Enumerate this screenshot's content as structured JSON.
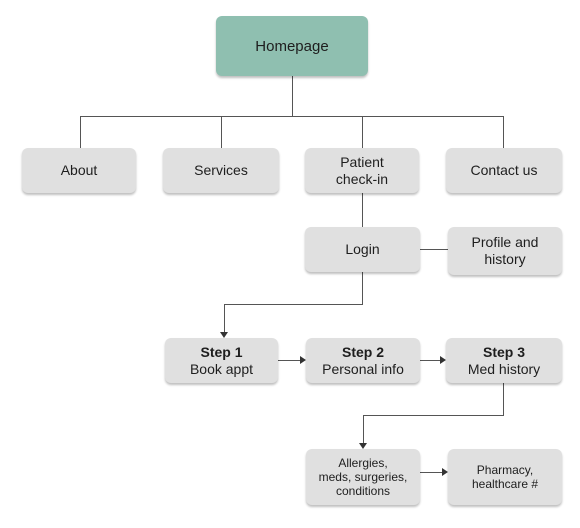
{
  "homepage": {
    "label": "Homepage",
    "color": "#8fbfb0"
  },
  "nav": {
    "about": "About",
    "services": "Services",
    "patient_checkin": [
      "Patient",
      "check-in"
    ],
    "contact": "Contact us"
  },
  "login": "Login",
  "profile": [
    "Profile and",
    "history"
  ],
  "steps": {
    "step1": {
      "title": "Step 1",
      "label": "Book appt"
    },
    "step2": {
      "title": "Step 2",
      "label": "Personal info"
    },
    "step3": {
      "title": "Step 3",
      "label": "Med history"
    }
  },
  "med_details": [
    "Allergies,",
    "meds, surgeries,",
    "conditions"
  ],
  "pharmacy": [
    "Pharmacy,",
    "healthcare #"
  ],
  "node_color": "#e0e0e0"
}
